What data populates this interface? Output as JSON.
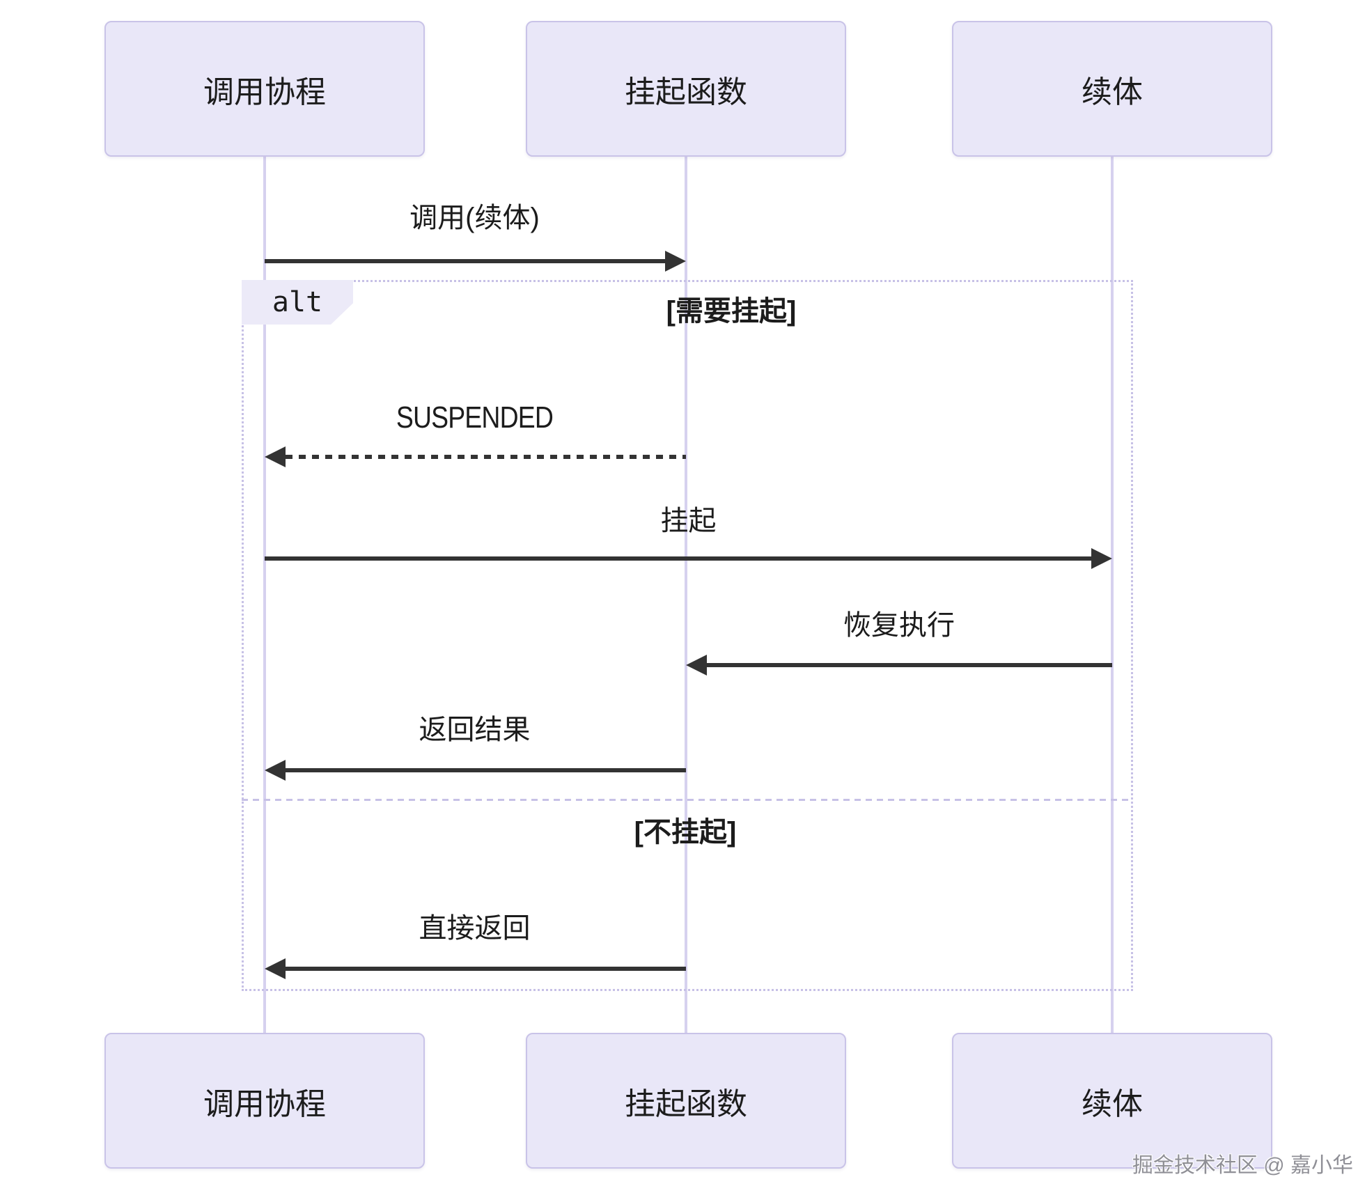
{
  "diagram": {
    "type": "sequence-diagram",
    "actors": [
      {
        "label": "调用协程"
      },
      {
        "label": "挂起函数"
      },
      {
        "label": "续体"
      }
    ],
    "messages": {
      "call": "调用(续体)",
      "suspended": "SUSPENDED",
      "suspend": "挂起",
      "resume": "恢复执行",
      "return_result": "返回结果",
      "direct_return": "直接返回"
    },
    "alt": {
      "operator": "alt",
      "conditions": [
        "[需要挂起]",
        "[不挂起]"
      ]
    },
    "watermark": "掘金技术社区 @ 嘉小华",
    "colors": {
      "background": "#ffffff",
      "actor_fill": "#e9e7f8",
      "actor_border": "#c9c3e8",
      "lifeline": "#d6d1ef",
      "frame_border": "#c7c1e6",
      "arrow": "#333333",
      "text": "#1c1c1c",
      "watermark": "#8f8f96"
    }
  }
}
